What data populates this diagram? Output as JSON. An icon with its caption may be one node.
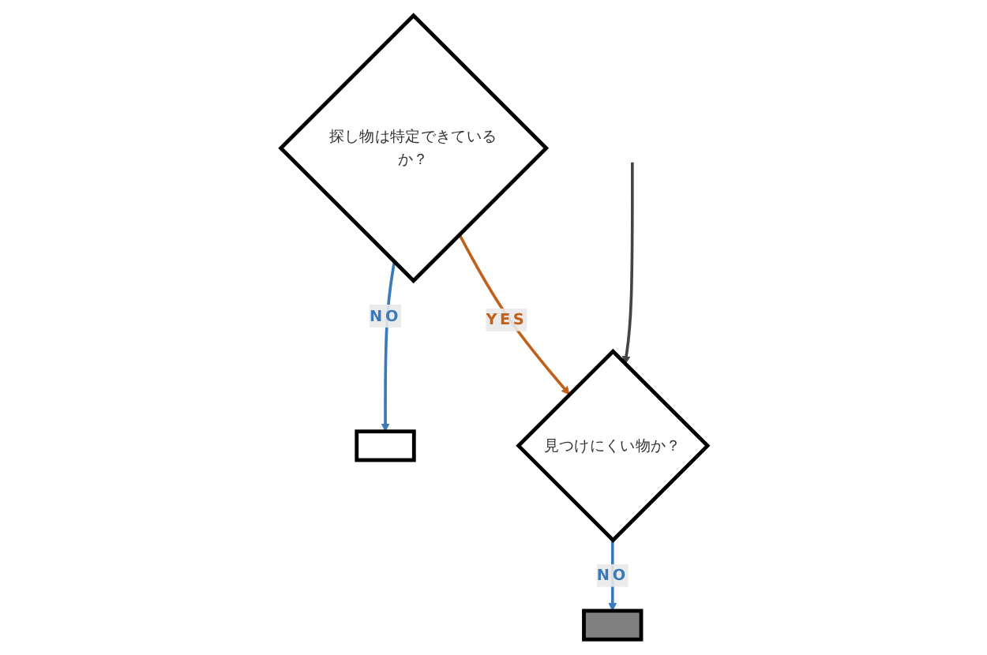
{
  "diagram": {
    "nodes": [
      {
        "text": [
          "探し物は特定できているか？"
        ]
      },
      {
        "text": [],
        "shape": "box"
      },
      {
        "text": [
          "見つけにくい物か？"
        ]
      },
      {
        "text": [],
        "shape": "box"
      }
    ],
    "edges": [
      {
        "from": 0,
        "to": 1,
        "arrow": "to",
        "label": "NO",
        "color": "#3a7ab8"
      },
      {
        "from": 0,
        "to": 2,
        "arrow": "to",
        "label": "YES",
        "color": "#c0601a"
      },
      {
        "from": null,
        "to": 2,
        "arrow": "to",
        "color": "#444444"
      },
      {
        "from": 2,
        "to": 3,
        "arrow": "to",
        "label": "NO",
        "color": "#3a7ab8"
      }
    ]
  }
}
